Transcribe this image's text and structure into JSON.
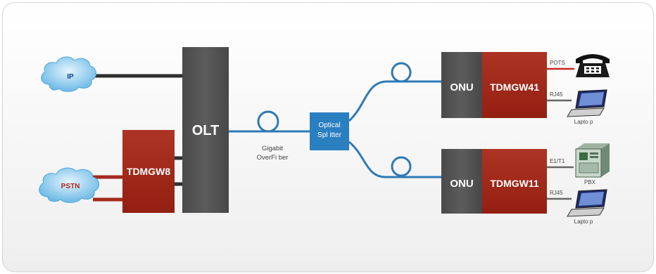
{
  "nodes": {
    "ip": "IP",
    "pstn": "PSTN",
    "olt": "OLT",
    "tdmgw8": "TDMGW8",
    "splitter_line1": "Optical",
    "splitter_line2": "Spl itter",
    "onu_top": "ONU",
    "onu_bottom": "ONU",
    "tdmgw41": "TDMGW41",
    "tdmgw11": "TDMGW11"
  },
  "links": {
    "fiber_line1": "Gigabit",
    "fiber_line2": "OverFi ber",
    "pots": "POTS",
    "rj45_top": "RJ45",
    "e1t1": "E1/T1",
    "rj45_bottom": "RJ45"
  },
  "devices": {
    "laptop_top": "Lapto p",
    "pbx": "PBX",
    "laptop_bottom": "Lapto p"
  },
  "colors": {
    "gray_box": "#555555",
    "red_box": "#a32a1c",
    "fiber": "#2f79b5",
    "splitter": "#2a7fc0",
    "cloud": "#7dc4ec",
    "phone_red": "#c8261c",
    "link_gray": "#666666"
  }
}
